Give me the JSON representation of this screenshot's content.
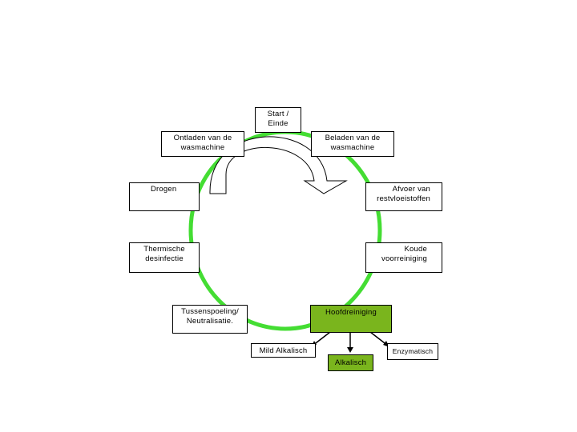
{
  "diagram": {
    "steps": {
      "start": "Start /\nEinde",
      "beladen": "Beladen van de\nwasmachine",
      "afvoer": "Afvoer van\nrestvloeistoffen",
      "koude": "Koude\nvoorreiniging",
      "hoofd": "Hoofdreiniging",
      "tussen": "Tussenspoeling/\nNeutralisatie.",
      "thermische": "Thermische\ndesinfectie",
      "drogen": "Drogen",
      "ontladen": "Ontladen van de\nwasmachine"
    },
    "branches": {
      "mild": "Mild Alkalisch",
      "alkalisch": "Alkalisch",
      "enzymatisch": "Enzymatisch"
    },
    "colors": {
      "cycle_ring": "#44dd33",
      "highlight_box": "#7ab51d",
      "outline": "#000000"
    }
  }
}
